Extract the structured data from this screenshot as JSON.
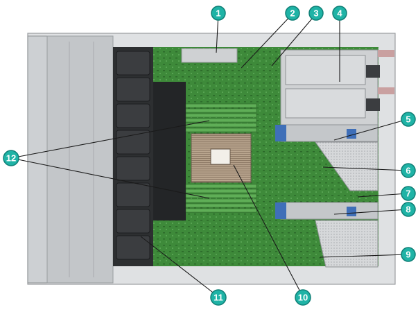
{
  "colors": {
    "callout_fill": "#1fb3a6",
    "callout_stroke": "#0f7f76",
    "leader_line": "#1a1a1a",
    "pcb_green": "#3f8b3a",
    "chassis_gray": "#c9cbcd",
    "dimm_green": "#5fae57"
  },
  "callouts": [
    {
      "id": "1",
      "label": "1"
    },
    {
      "id": "2",
      "label": "2"
    },
    {
      "id": "3",
      "label": "3"
    },
    {
      "id": "4",
      "label": "4"
    },
    {
      "id": "5",
      "label": "5"
    },
    {
      "id": "6",
      "label": "6"
    },
    {
      "id": "7",
      "label": "7"
    },
    {
      "id": "8",
      "label": "8"
    },
    {
      "id": "9",
      "label": "9"
    },
    {
      "id": "10",
      "label": "10"
    },
    {
      "id": "11",
      "label": "11"
    },
    {
      "id": "12",
      "label": "12"
    }
  ]
}
